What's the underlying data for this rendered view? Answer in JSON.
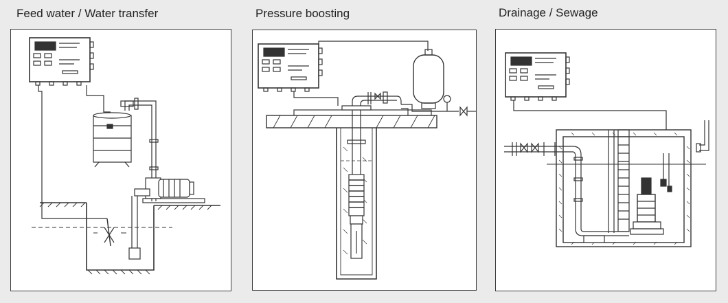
{
  "panels": [
    {
      "title": "Feed water / Water transfer"
    },
    {
      "title": "Pressure boosting"
    },
    {
      "title": "Drainage / Sewage"
    }
  ],
  "colors": {
    "background": "#ebebeb",
    "panel": "#ffffff",
    "line": "#333333"
  }
}
